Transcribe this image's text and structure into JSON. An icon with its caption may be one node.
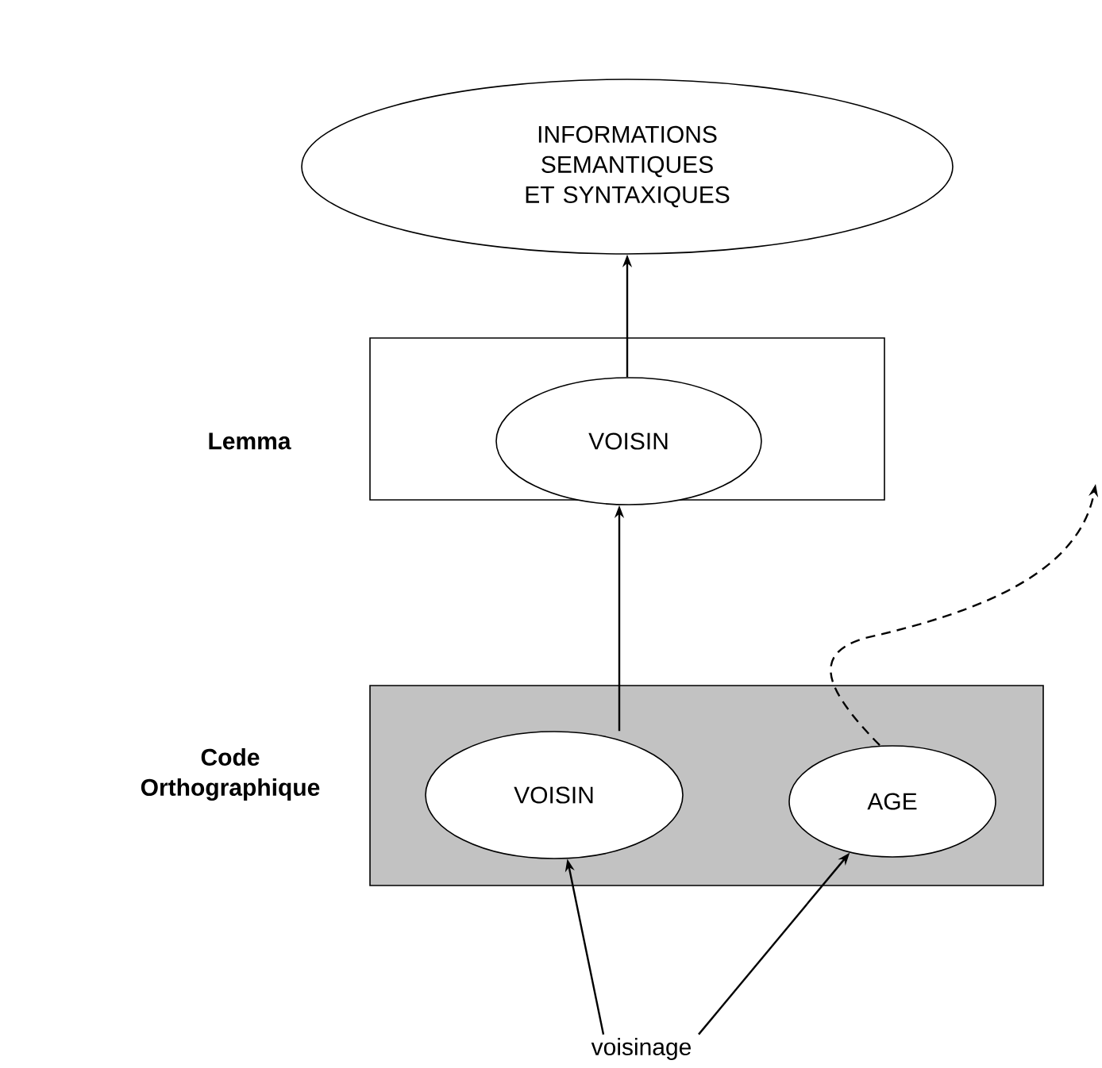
{
  "diagram": {
    "nodes": [
      {
        "text": [
          "INFORMATIONS SEMANTIQUES ET SYNTAXIQUES"
        ]
      },
      {
        "text": [],
        "shape": "box",
        "beside": [
          "Lemma"
        ]
      },
      {
        "text": [
          "VOISIN"
        ],
        "in": 1
      },
      {
        "text": [],
        "shape": "box",
        "beside": [
          "Code Orthographique"
        ]
      },
      {
        "text": [
          "VOISIN"
        ],
        "in": 3
      },
      {
        "text": [
          "AGE"
        ],
        "in": 3
      },
      {
        "text": [
          "voisinage"
        ]
      }
    ],
    "edges": [
      {
        "from": 2,
        "to": 0,
        "arrow": "to"
      },
      {
        "from": 4,
        "to": 2,
        "arrow": "to"
      },
      {
        "from": 6,
        "to": 4,
        "arrow": "to"
      },
      {
        "from": 6,
        "to": 5,
        "arrow": "to"
      },
      {
        "from": 5,
        "to": null,
        "arrow": "to",
        "style": "dashed"
      }
    ]
  }
}
